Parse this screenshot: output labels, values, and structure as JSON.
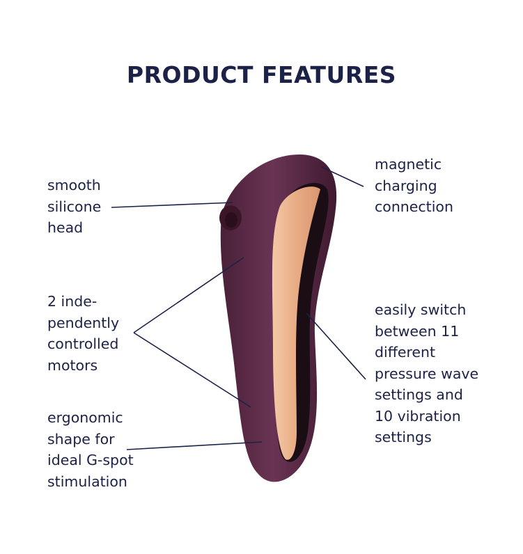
{
  "title": "PRODUCT FEATURES",
  "colors": {
    "text": "#1c2247",
    "body": "#5a2a45",
    "body_dark": "#3d1a2f",
    "accent": "#eab28c",
    "accent_light": "#f7d4b8",
    "background": "#ffffff"
  },
  "features": {
    "head": {
      "lines": [
        "smooth",
        "silicone",
        "head"
      ]
    },
    "motors": {
      "lines": [
        "2 inde-",
        "pendently",
        "controlled",
        "motors"
      ]
    },
    "shape": {
      "lines": [
        "ergonomic",
        "shape for",
        "ideal G-spot",
        "stimulation"
      ]
    },
    "charge": {
      "lines": [
        "magnetic",
        "charging",
        "connection"
      ]
    },
    "switch": {
      "lines": [
        "easily switch",
        "between 11",
        "different",
        "pressure wave",
        "settings and",
        "10 vibration",
        "settings"
      ]
    }
  }
}
